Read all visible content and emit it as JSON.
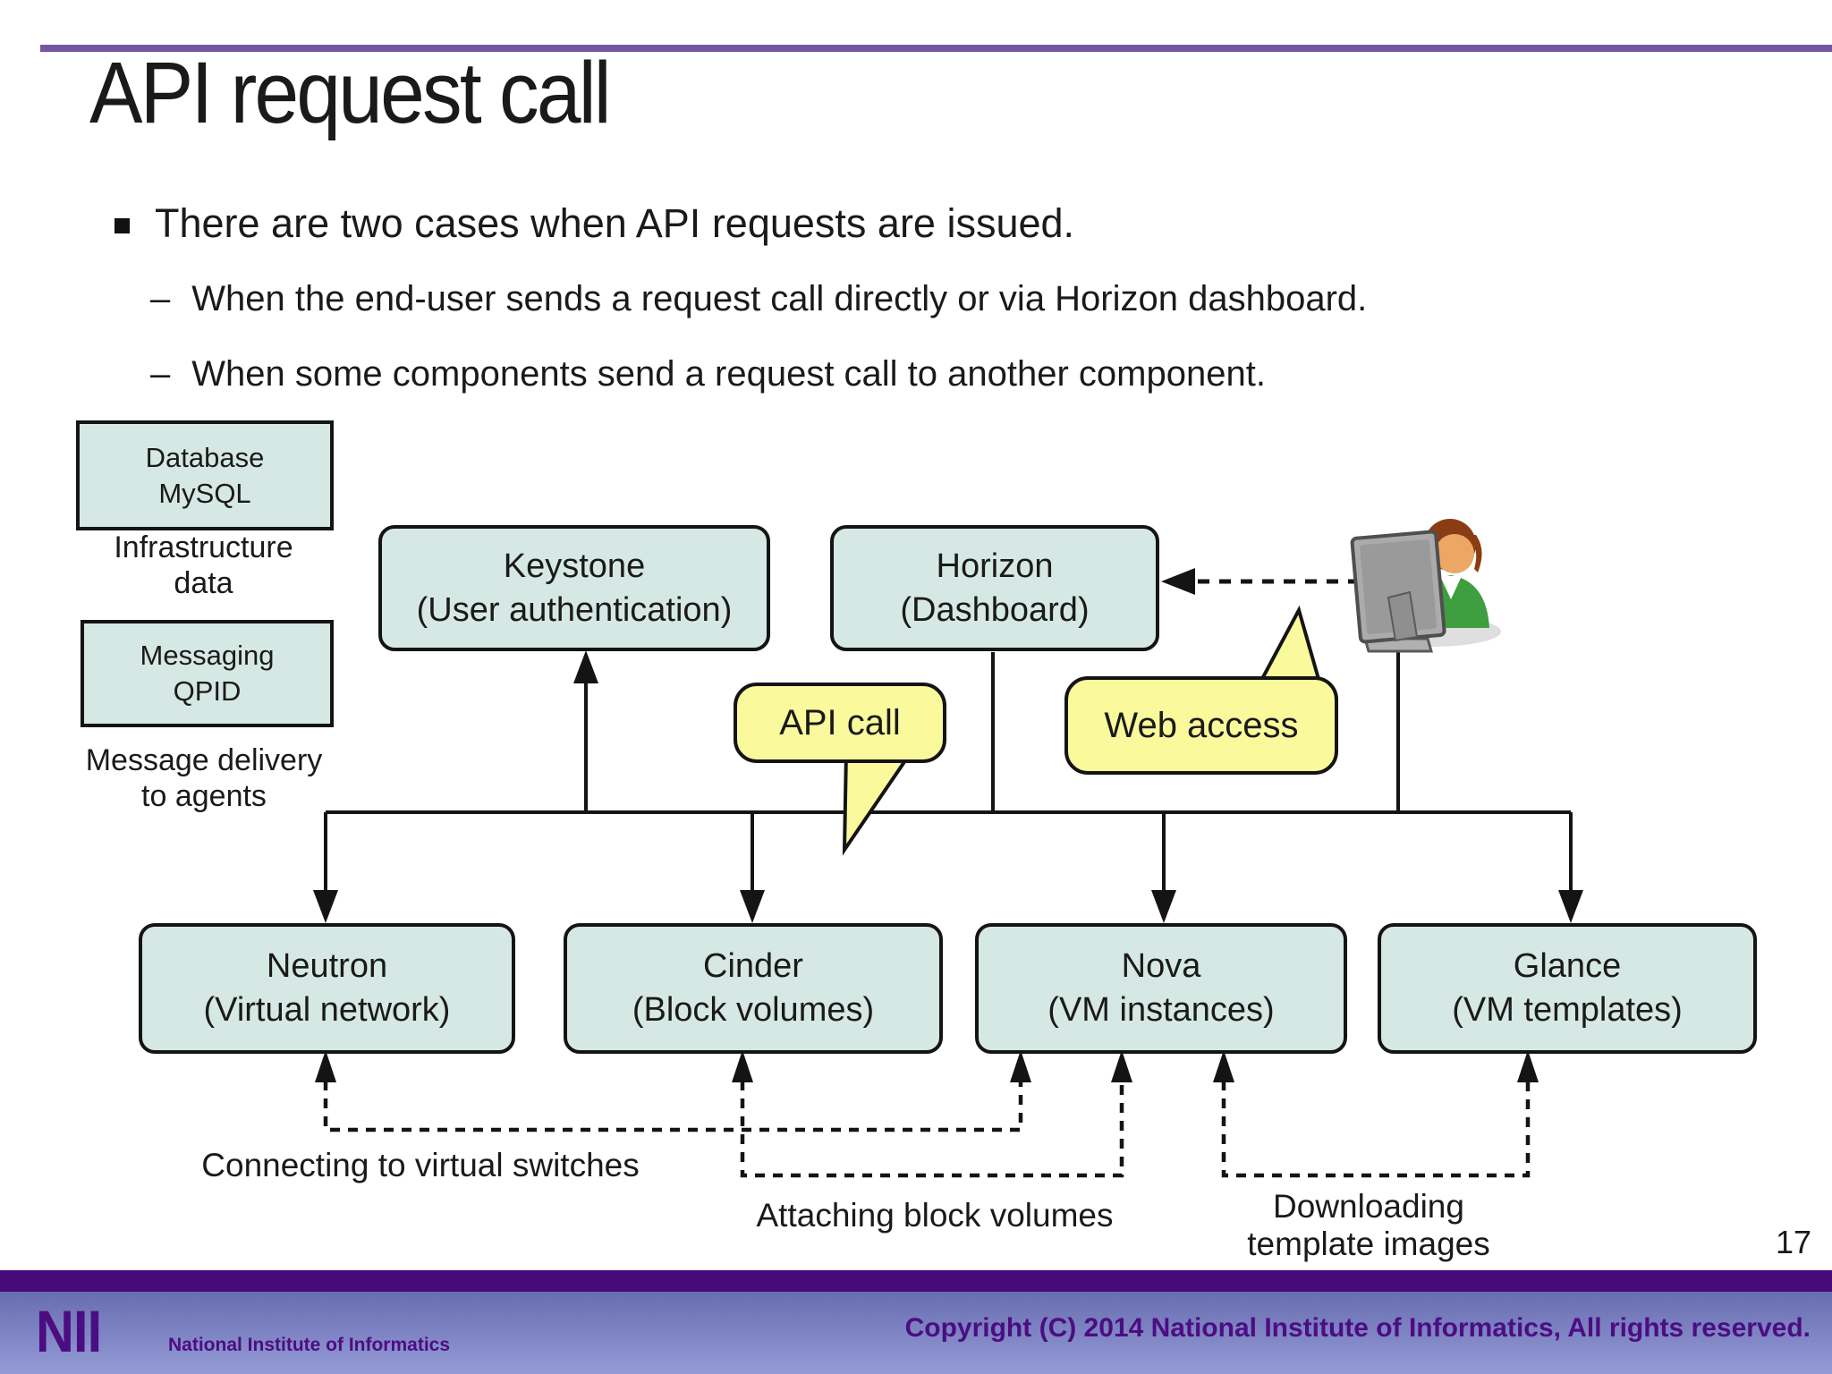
{
  "header": {
    "title": "API request call"
  },
  "bullets": {
    "main": "There are two cases when API requests are issued.",
    "sub_marker": "–",
    "sub1": "When the end-user sends a request call directly or via Horizon dashboard.",
    "sub2": "When some components send a request call to another component."
  },
  "diagram": {
    "database": {
      "line1": "Database",
      "line2": "MySQL",
      "caption1": "Infrastructure",
      "caption2": "data"
    },
    "messaging": {
      "line1": "Messaging",
      "line2": "QPID",
      "caption1": "Message delivery",
      "caption2": "to agents"
    },
    "keystone": {
      "name": "Keystone",
      "desc": "(User authentication)"
    },
    "horizon": {
      "name": "Horizon",
      "desc": "(Dashboard)"
    },
    "neutron": {
      "name": "Neutron",
      "desc": "(Virtual network)"
    },
    "cinder": {
      "name": "Cinder",
      "desc": "(Block volumes)"
    },
    "nova": {
      "name": "Nova",
      "desc": "(VM instances)"
    },
    "glance": {
      "name": "Glance",
      "desc": "(VM templates)"
    },
    "bubbles": {
      "api_call": "API call",
      "web_access": "Web access"
    },
    "dashed_labels": {
      "connecting": "Connecting to virtual switches",
      "attaching": "Attaching block volumes",
      "downloading_line1": "Downloading",
      "downloading_line2": "template images"
    },
    "user_icon": "end-user-at-computer"
  },
  "page_number": "17",
  "footer": {
    "logo": "NII",
    "logo_sub": "National Institute of Informatics",
    "copyright": "Copyright (C) 2014 National Institute of Informatics, All rights reserved."
  },
  "colors": {
    "box_fill": "#d6e8e3",
    "box_border": "#141414",
    "bubble_fill": "#fafa9c",
    "rule_purple": "#7456a4",
    "footer_band": "#470a7a",
    "footer_grad_top": "#686db0",
    "footer_grad_bottom": "#949bd6",
    "footer_text": "#4c0d82"
  }
}
